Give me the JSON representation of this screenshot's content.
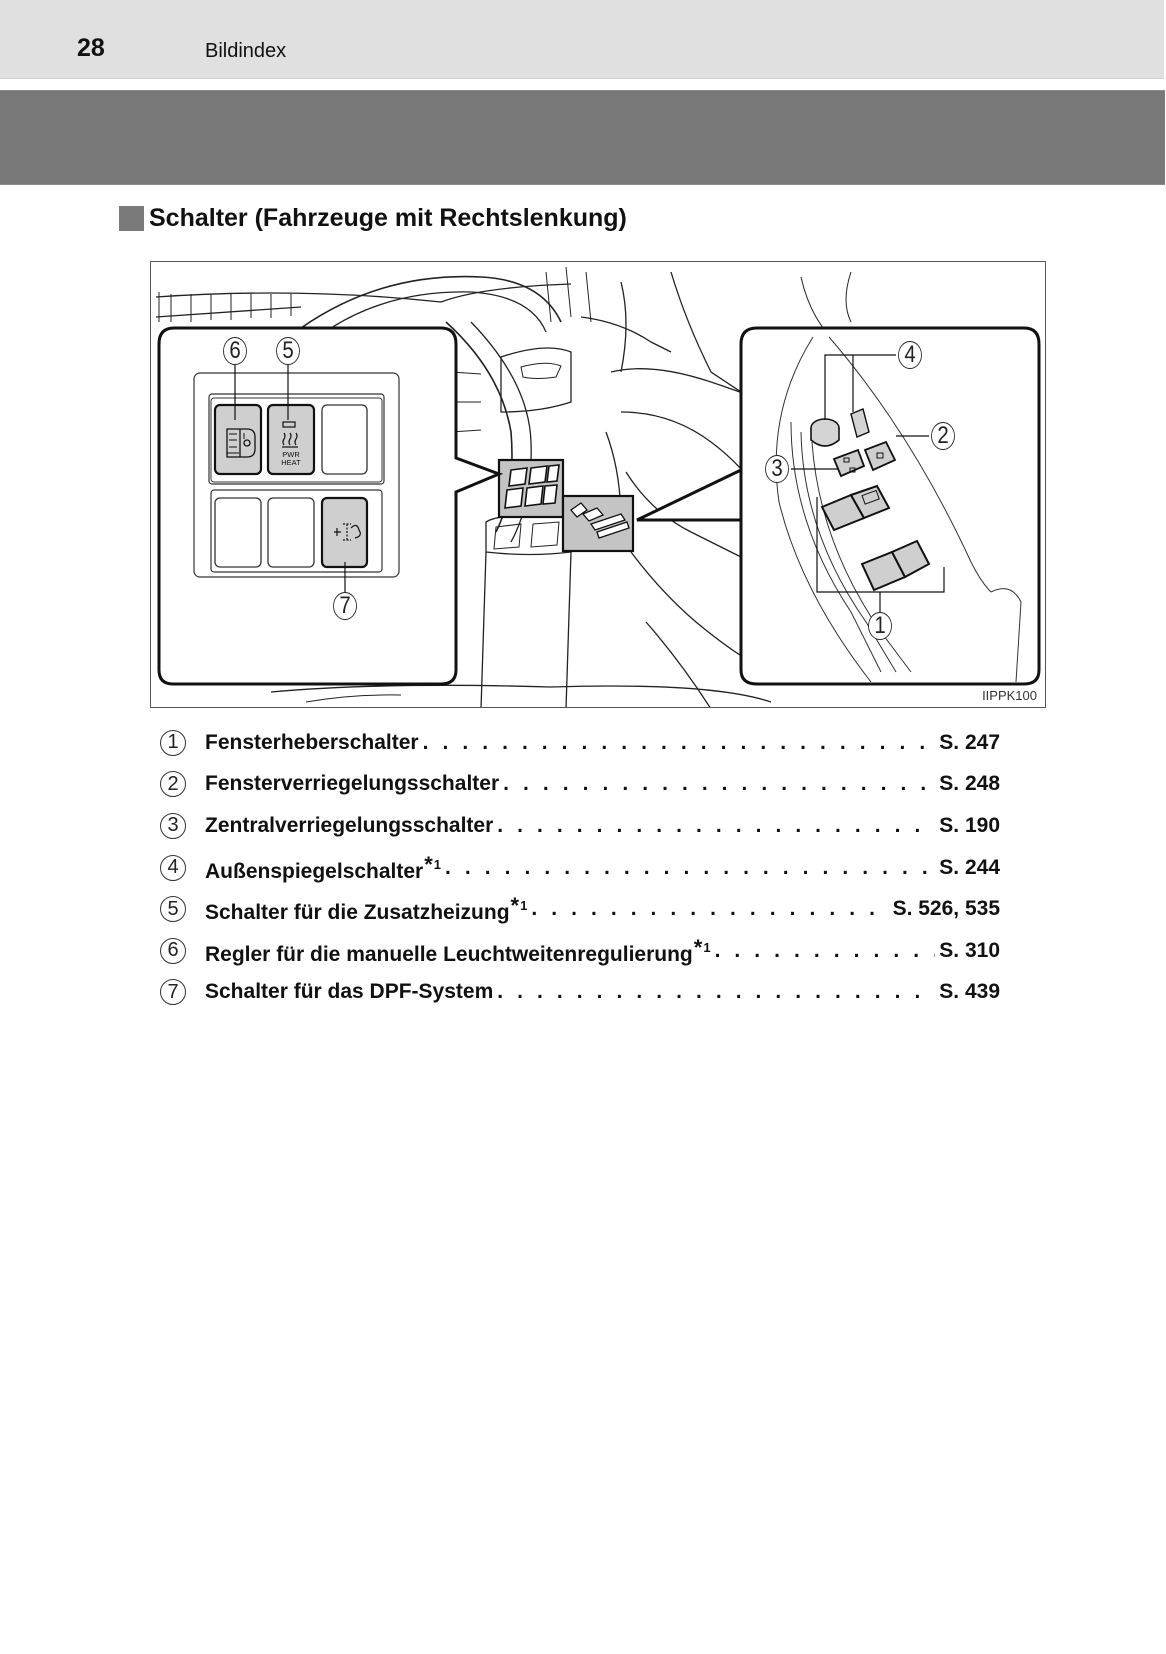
{
  "header": {
    "page_number": "28",
    "running_head": "Bildindex"
  },
  "section": {
    "title": "Schalter (Fahrzeuge mit Rechtslenkung)"
  },
  "figure": {
    "image_id": "IIPPK100",
    "left_inset_labels": [
      "6",
      "5",
      "7"
    ],
    "right_inset_labels": [
      "4",
      "2",
      "3",
      "1"
    ],
    "switch_text": {
      "pwr": "PWR",
      "heat": "HEAT"
    },
    "icons": [
      "headlight-leveling-icon",
      "heater-icon",
      "dpf-icon",
      "door-lock-icon",
      "window-lock-icon",
      "mirror-knob-icon"
    ]
  },
  "callouts": [
    {
      "num": "1",
      "label": "Fensterheberschalter",
      "note": "",
      "page": "S. 247"
    },
    {
      "num": "2",
      "label": "Fensterverriegelungsschalter",
      "note": "",
      "page": "S. 248"
    },
    {
      "num": "3",
      "label": "Zentralverriegelungsschalter",
      "note": "",
      "page": "S. 190"
    },
    {
      "num": "4",
      "label": "Außenspiegelschalter",
      "note": "1",
      "page": "S. 244"
    },
    {
      "num": "5",
      "label": "Schalter für die Zusatzheizung",
      "note": "1",
      "page": "S. 526, 535"
    },
    {
      "num": "6",
      "label": "Regler für die manuelle Leuchtweitenregulierung",
      "note": "1",
      "page": "S. 310"
    },
    {
      "num": "7",
      "label": "Schalter für das DPF-System",
      "note": "",
      "page": "S. 439"
    }
  ],
  "leader_dots": ". . . . . . . . . . . . . . . . . . . . . . . . . . . . . . . . . . . . . . . . . . . . . . . . . . . . . . ."
}
